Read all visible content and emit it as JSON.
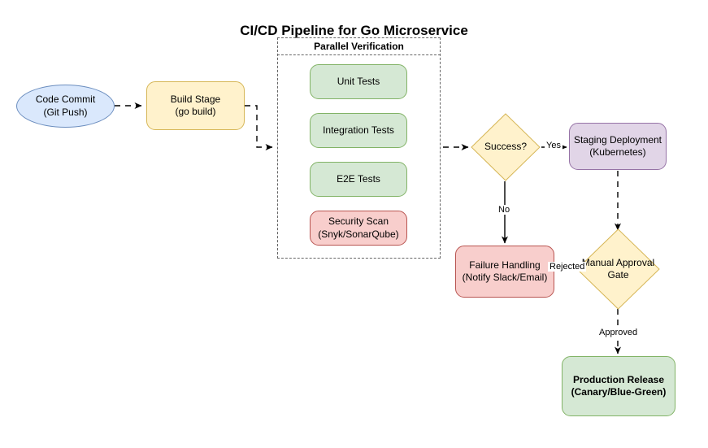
{
  "diagram": {
    "title": "CI/CD Pipeline for Go Microservice",
    "group": {
      "label": "Parallel Verification"
    },
    "nodes": {
      "code_commit": "Code Commit\n(Git Push)",
      "build_stage": "Build Stage\n(go build)",
      "unit_tests": "Unit Tests",
      "integration_tests": "Integration Tests",
      "e2e_tests": "E2E Tests",
      "security_scan": "Security Scan\n(Snyk/SonarQube)",
      "success_decision": "Success?",
      "staging_deployment": "Staging Deployment\n(Kubernetes)",
      "failure_handling": "Failure Handling\n(Notify Slack/Email)",
      "manual_approval_gate": "Manual Approval\nGate",
      "production_release": "Production Release\n(Canary/Blue-Green)"
    },
    "edge_labels": {
      "yes": "Yes",
      "no": "No",
      "rejected": "Rejected",
      "approved": "Approved"
    },
    "colors": {
      "start_fill": "#dae8fc",
      "start_stroke": "#6c8ebf",
      "process_fill": "#fff2cc",
      "process_stroke": "#d6b656",
      "test_fill": "#d5e8d4",
      "test_stroke": "#82b366",
      "error_fill": "#f8cecc",
      "error_stroke": "#b85450",
      "deploy_fill": "#e1d5e7",
      "deploy_stroke": "#9673a6",
      "edge_stroke": "#000000",
      "group_stroke": "#666666"
    }
  }
}
